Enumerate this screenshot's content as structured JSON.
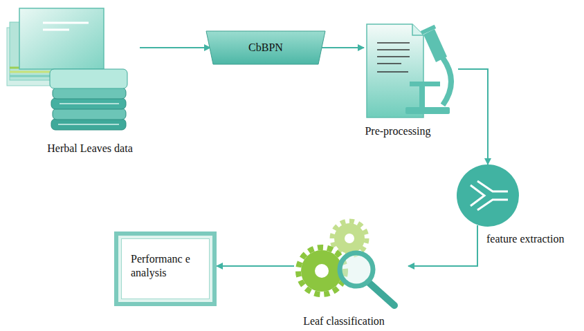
{
  "diagram": {
    "nodes": [
      {
        "text": [
          "Herbal Leaves data"
        ]
      },
      {
        "text": [
          "CbBPN"
        ]
      },
      {
        "text": [
          "Pre-processing"
        ]
      },
      {
        "text": [
          "feature extraction"
        ]
      },
      {
        "text": [
          "Leaf classification"
        ]
      },
      {
        "text": [
          "Performanc e analysis"
        ]
      }
    ],
    "edges": [
      {
        "from": 0,
        "to": 1,
        "arrow": "to"
      },
      {
        "from": 1,
        "to": 2,
        "arrow": "to"
      },
      {
        "from": 2,
        "to": 3,
        "arrow": "to"
      },
      {
        "from": 3,
        "to": 4,
        "arrow": "to"
      },
      {
        "from": 4,
        "to": 5,
        "arrow": "to"
      }
    ]
  }
}
